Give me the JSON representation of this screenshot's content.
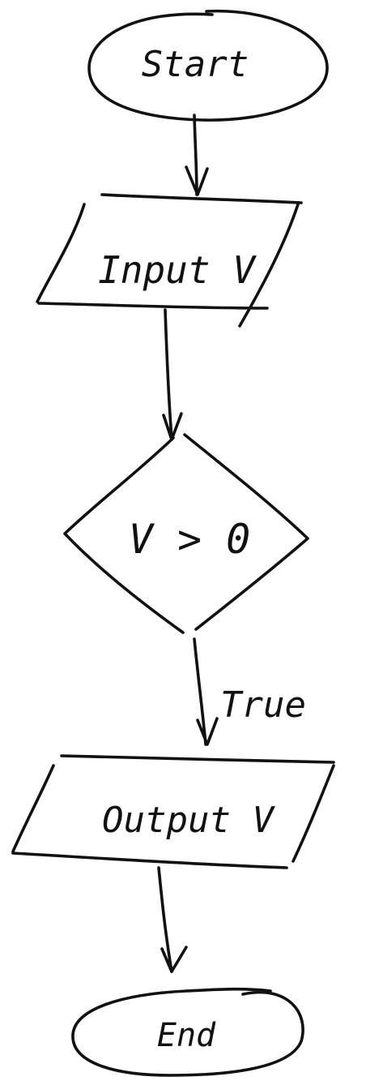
{
  "flowchart": {
    "nodes": {
      "start": {
        "shape": "terminal",
        "text": "Start"
      },
      "input": {
        "shape": "input-output",
        "text": "Input V"
      },
      "decision": {
        "shape": "decision",
        "text": "V > 0"
      },
      "output": {
        "shape": "input-output",
        "text": "Output V"
      },
      "end": {
        "shape": "terminal",
        "text": "End"
      }
    },
    "edges": [
      {
        "from": "start",
        "to": "input",
        "label": ""
      },
      {
        "from": "input",
        "to": "decision",
        "label": ""
      },
      {
        "from": "decision",
        "to": "output",
        "label": "True"
      },
      {
        "from": "output",
        "to": "end",
        "label": ""
      }
    ],
    "true_label": "True"
  },
  "colors": {
    "ink": "#111111",
    "background": "#ffffff"
  }
}
